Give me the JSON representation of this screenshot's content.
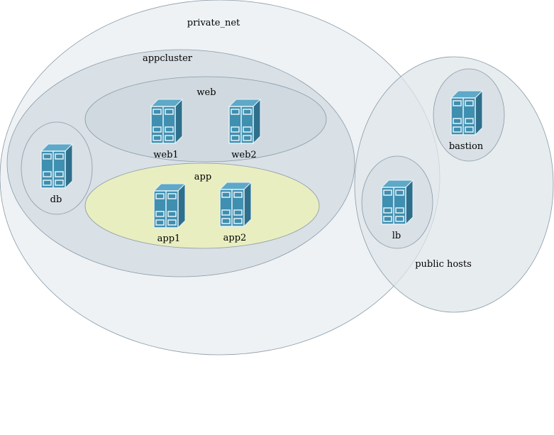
{
  "colors": {
    "background": "#ffffff",
    "private_net_fill": "#eef2f5",
    "group_fill": "#d9e0e6",
    "web_fill": "#cfd9df",
    "app_fill": "#e8eec0",
    "public_fill": "#dfe5ea",
    "outline": "#8a9aa6",
    "server_front": "#3f8fb0",
    "server_top": "#5ea8c8",
    "server_side": "#2e6f8c",
    "server_trim": "#e6f2f7"
  },
  "groups": {
    "private_net": {
      "label": "private_net"
    },
    "appcluster": {
      "label": "appcluster"
    },
    "web": {
      "label": "web"
    },
    "app": {
      "label": "app"
    },
    "db": {
      "label": "db"
    },
    "public_hosts": {
      "label": "public hosts"
    },
    "bastion_group": {
      "label": "bastion"
    },
    "lb_group": {
      "label": "lb"
    }
  },
  "nodes": {
    "web1": {
      "label": "web1",
      "icon": "server-icon"
    },
    "web2": {
      "label": "web2",
      "icon": "server-icon"
    },
    "app1": {
      "label": "app1",
      "icon": "server-icon"
    },
    "app2": {
      "label": "app2",
      "icon": "server-icon"
    },
    "db": {
      "label": "db",
      "icon": "server-icon"
    },
    "bastion": {
      "label": "bastion",
      "icon": "server-icon"
    },
    "lb": {
      "label": "lb",
      "icon": "server-icon"
    }
  }
}
